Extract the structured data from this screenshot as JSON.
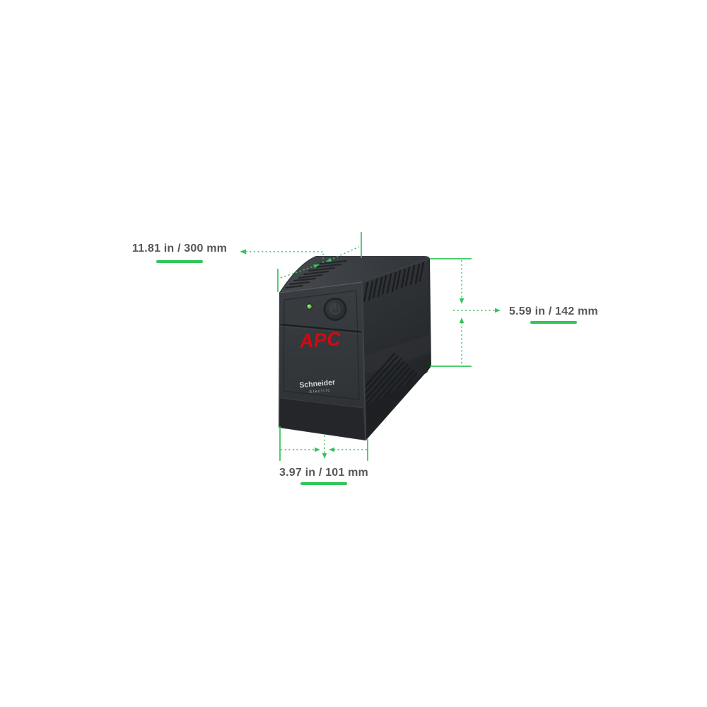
{
  "product": {
    "brand": "APC",
    "manufacturer_line1": "Schneider",
    "manufacturer_line2": "Electric"
  },
  "dimensions": {
    "depth": {
      "label": "11.81 in / 300 mm"
    },
    "height": {
      "label": "5.59 in / 142 mm"
    },
    "width": {
      "label": "3.97 in / 101 mm"
    }
  },
  "indicators": {
    "led": "power-led-green"
  },
  "colors": {
    "accent_green": "#32c65a",
    "label_text": "#55575a",
    "brand_red": "#d10a12",
    "body_dark": "#2e3134",
    "background": "#ffffff"
  }
}
